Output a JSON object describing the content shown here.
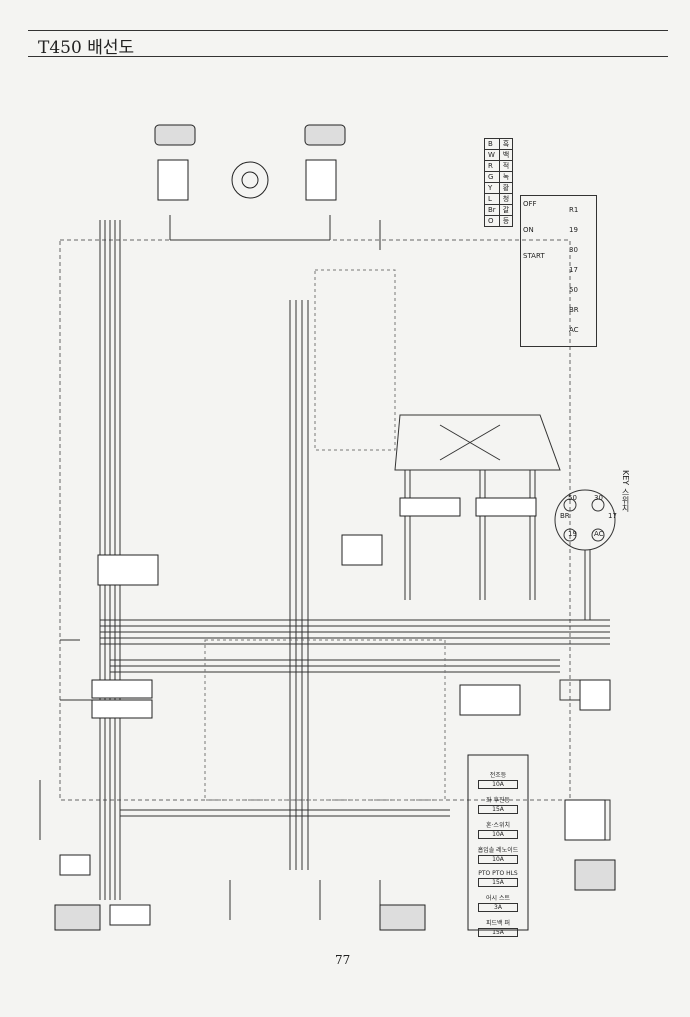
{
  "header": {
    "title": "T450 배선도"
  },
  "footer": {
    "page_number": "77"
  },
  "key_switch": {
    "label": "KEY 스위치",
    "terminals": [
      "50",
      "30",
      "17",
      "AC",
      "19",
      "BR"
    ],
    "positions": [
      "OFF",
      "ON",
      "START"
    ],
    "columns": [
      "R1",
      "19",
      "30",
      "17",
      "50",
      "BR",
      "AC"
    ]
  },
  "color_legend": {
    "rows": [
      [
        "B",
        "흑"
      ],
      [
        "W",
        "백"
      ],
      [
        "R",
        "적"
      ],
      [
        "G",
        "녹"
      ],
      [
        "Y",
        "황"
      ],
      [
        "L",
        "청"
      ],
      [
        "Br",
        "갈"
      ],
      [
        "O",
        "등"
      ]
    ]
  },
  "fuse_box": {
    "fuses": [
      {
        "name": "전조등",
        "rating": "10A"
      },
      {
        "name": "좌 후진등",
        "rating": "15A"
      },
      {
        "name": "혼·스위치",
        "rating": "10A"
      },
      {
        "name": "흡입솔 레노이드",
        "rating": "10A"
      },
      {
        "name": "PTO  PTO  HLS",
        "rating": "15A"
      },
      {
        "name": "어시 스트",
        "rating": "3A"
      },
      {
        "name": "피드백 퍼",
        "rating": "15A"
      }
    ]
  }
}
